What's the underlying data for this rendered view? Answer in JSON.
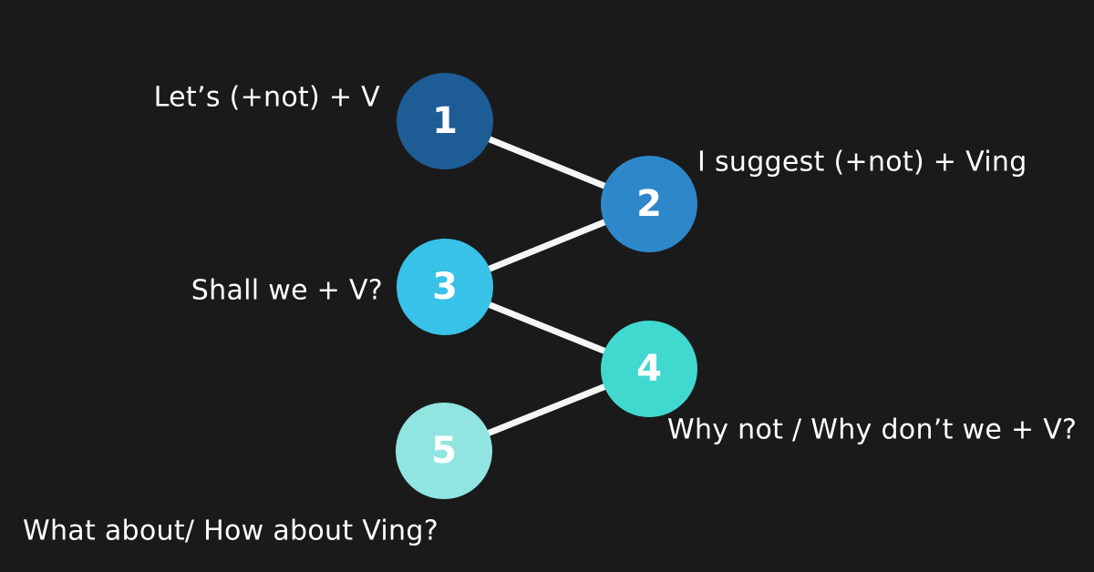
{
  "canvas": {
    "background": "#1a1a1a",
    "connector_color": "#f5f5f5",
    "text_color": "#ffffff"
  },
  "diagram": {
    "nodes": [
      {
        "number": "1",
        "label": "Let’s (+not) + V",
        "fill": "#1d5c94",
        "ring": "#1d5c9480",
        "label_side": "left"
      },
      {
        "number": "2",
        "label": "I suggest (+not) + Ving",
        "fill": "#2e87c9",
        "ring": "#2e87c980",
        "label_side": "right"
      },
      {
        "number": "3",
        "label": "Shall we + V?",
        "fill": "#38c2e8",
        "ring": "#38c2e880",
        "label_side": "left"
      },
      {
        "number": "4",
        "label": "Why not / Why don’t we + V?",
        "fill": "#41d8cf",
        "ring": "#41d8cf80",
        "label_side": "right"
      },
      {
        "number": "5",
        "label": "What about/ How about Ving?",
        "fill": "#90e5e0",
        "ring": "#90e5e080",
        "label_side": "bottom-left"
      }
    ],
    "edges": [
      "1-2",
      "2-3",
      "3-4",
      "4-5"
    ]
  }
}
